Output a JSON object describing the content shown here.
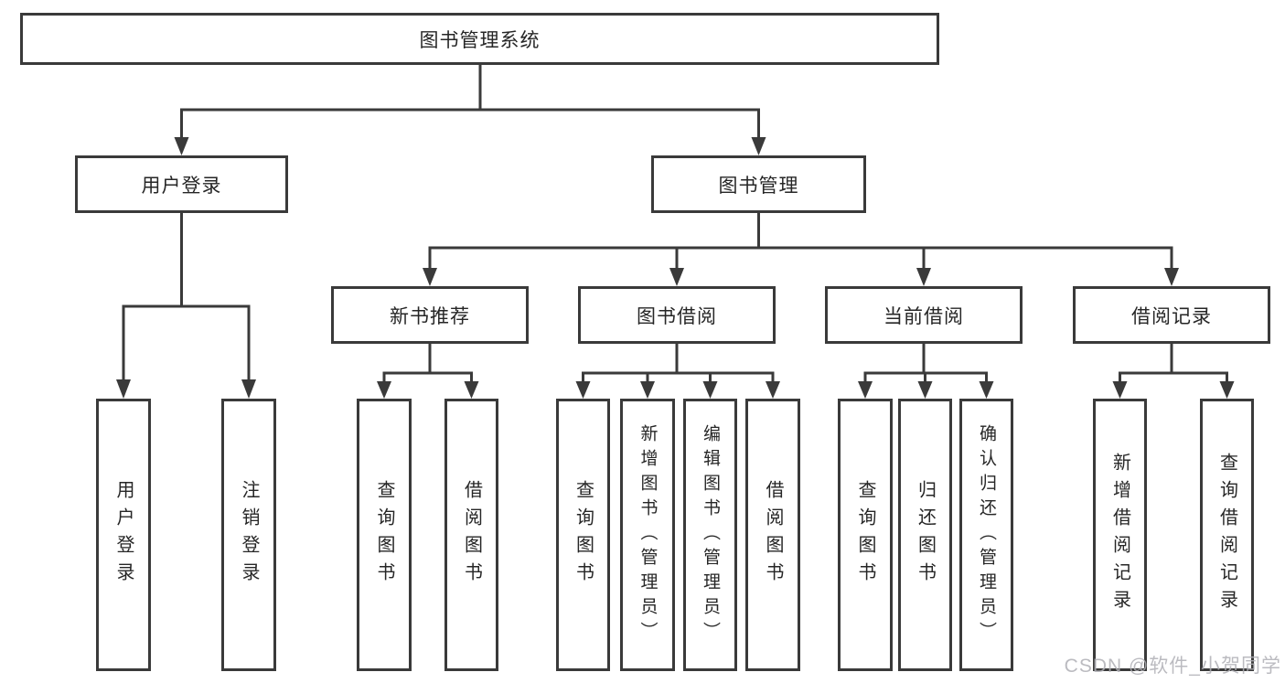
{
  "root": {
    "label": "图书管理系统"
  },
  "level2": {
    "user_login": {
      "label": "用户登录"
    },
    "book_mgmt": {
      "label": "图书管理"
    }
  },
  "level3": {
    "new_book": {
      "label": "新书推荐"
    },
    "borrow": {
      "label": "图书借阅"
    },
    "current": {
      "label": "当前借阅"
    },
    "record": {
      "label": "借阅记录"
    }
  },
  "leaves": {
    "user_login": [
      "用户登录",
      "注销登录"
    ],
    "new_book": [
      "查询图书",
      "借阅图书"
    ],
    "borrow": [
      "查询图书",
      "新增图书（管理员）",
      "编辑图书（管理员）",
      "借阅图书"
    ],
    "current": [
      "查询图书",
      "归还图书",
      "确认归还（管理员）"
    ],
    "record": [
      "新增借阅记录",
      "查询借阅记录"
    ]
  },
  "watermark": {
    "text": "CSDN @软件_小贺同学"
  },
  "colors": {
    "line": "#3a3a3a",
    "border": "#3a3a3a",
    "text": "#262626",
    "watermark": "#b0b0b6",
    "background": "#ffffff"
  }
}
